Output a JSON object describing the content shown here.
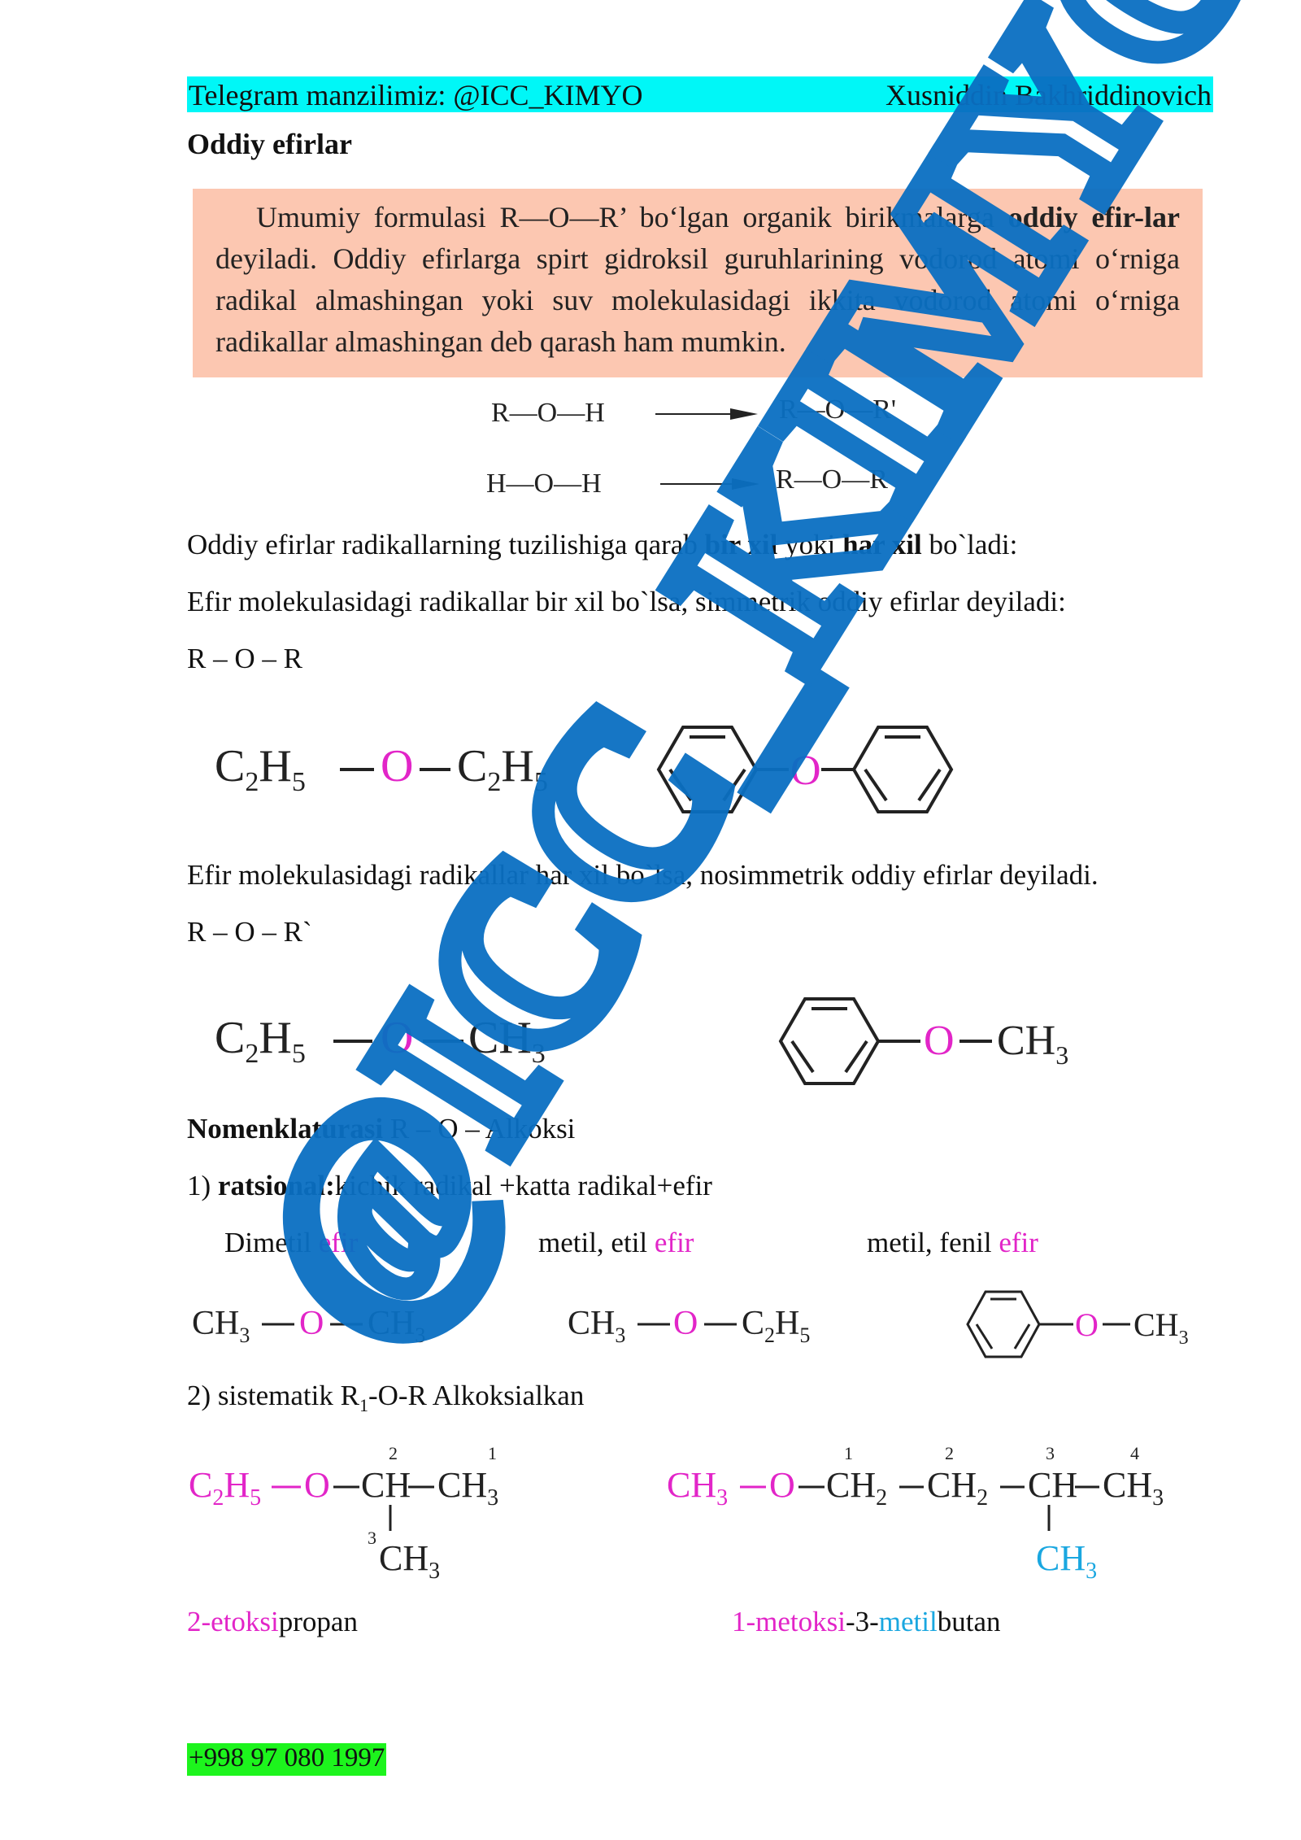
{
  "header": {
    "left": "Telegram manzilimiz: @ICC_KIMYO",
    "right": "Xusniddin Bakhriddinovich"
  },
  "title": "Oddiy efirlar",
  "definition": {
    "p1": "Umumiy formulasi R—O—R’ bo‘lgan organik birikmalarga ",
    "bold": "oddiy efir-lar",
    "p2": " deyiladi. Oddiy efirlarga spirt gidroksil guruhlarining vodorod atomi o‘rniga radikal almashingan yoki suv molekulasidagi ikkita vodorod atomi o‘rniga radikallar almashingan deb qarash ham mumkin."
  },
  "scheme": {
    "row1_left": "R—O—H",
    "row1_right": "R—O—R'",
    "row2_left": "H—O—H",
    "row2_right": "R—O—R"
  },
  "text1": {
    "a": "Oddiy efirlar radikallarning tuzilishiga qarab ",
    "b1": "bir xil",
    "c": " yoki ",
    "b2": "har xil",
    "d": " bo`ladi:"
  },
  "text2": "Efir molekulasidagi radikallar bir xil bo`lsa, simmetrik oddiy efirlar deyiladi:",
  "formula_sym": "R – O – R",
  "text3": "Efir molekulasidagi radikallar har xil bo`lsa, nosimmetrik oddiy efirlar deyiladi.",
  "formula_asym": "R – O – R`",
  "nomenclature": {
    "head": "Nomenklaturasi",
    "rest": "  R – O – Alkoksi"
  },
  "rational": {
    "num": "1) ",
    "bold": "ratsional:",
    "rest": "kichik radikal +katta radikal+efir"
  },
  "names": {
    "n1a": "Dimetil ",
    "n1b": "efir",
    "n2a": "metil, etil ",
    "n2b": "efir",
    "n3a": "metil, fenil ",
    "n3b": "efir"
  },
  "systematic": {
    "a": "2) sistematik R",
    "sub": "1",
    "b": "-O-R Alkoksialkan"
  },
  "iupac1": {
    "a": "2-etoksi",
    "b": "propan"
  },
  "iupac2": {
    "a": "1-metoksi",
    "b": "-3-",
    "c": "metil",
    "d": "butan"
  },
  "footer": "+998 97 080 1997",
  "watermark": "@ICC_KIMYO",
  "colors": {
    "header_bg": "#00f7f7",
    "box_bg": "#fcc7b1",
    "magenta": "#e225c8",
    "cyan": "#1aa7e0",
    "footer_bg": "#1df41d",
    "watermark": "#0a6fc2"
  }
}
